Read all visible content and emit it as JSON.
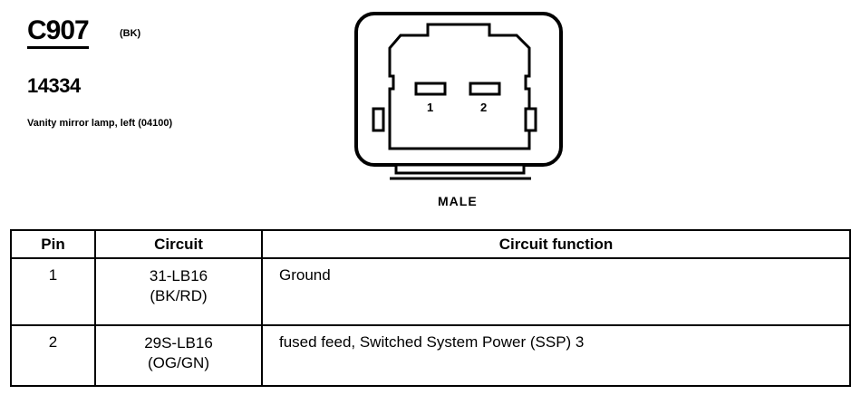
{
  "connector": {
    "id": "C907",
    "color_code": "(BK)",
    "part_number": "14334",
    "description": "Vanity mirror lamp, left (04100)",
    "gender": "MALE",
    "pin_labels": [
      "1",
      "2"
    ]
  },
  "table": {
    "headers": [
      "Pin",
      "Circuit",
      "Circuit function"
    ],
    "rows": [
      {
        "pin": "1",
        "circuit": "31-LB16",
        "wire_color": "(BK/RD)",
        "function": "Ground"
      },
      {
        "pin": "2",
        "circuit": "29S-LB16",
        "wire_color": "(OG/GN)",
        "function": "fused feed, Switched System Power (SSP) 3"
      }
    ]
  }
}
